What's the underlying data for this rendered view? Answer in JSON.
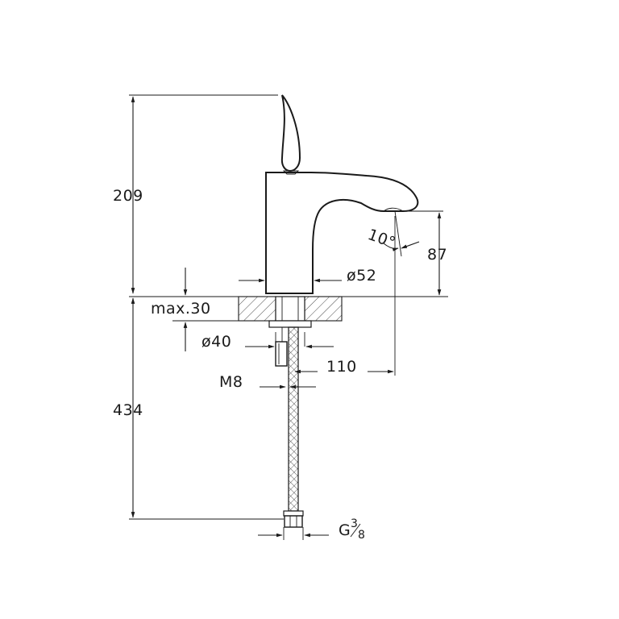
{
  "dimensions": {
    "height_upper": "209",
    "height_lower": "434",
    "spout_height": "87",
    "spout_angle": "10°",
    "body_diameter": "ø52",
    "deck_thickness": "max.30",
    "hole_diameter": "ø40",
    "projection": "110",
    "rod_thread": "M8",
    "connection_main": "G",
    "connection_num": "3",
    "connection_den": "8"
  },
  "colors": {
    "ink": "#1a1a1a",
    "background": "#ffffff"
  }
}
